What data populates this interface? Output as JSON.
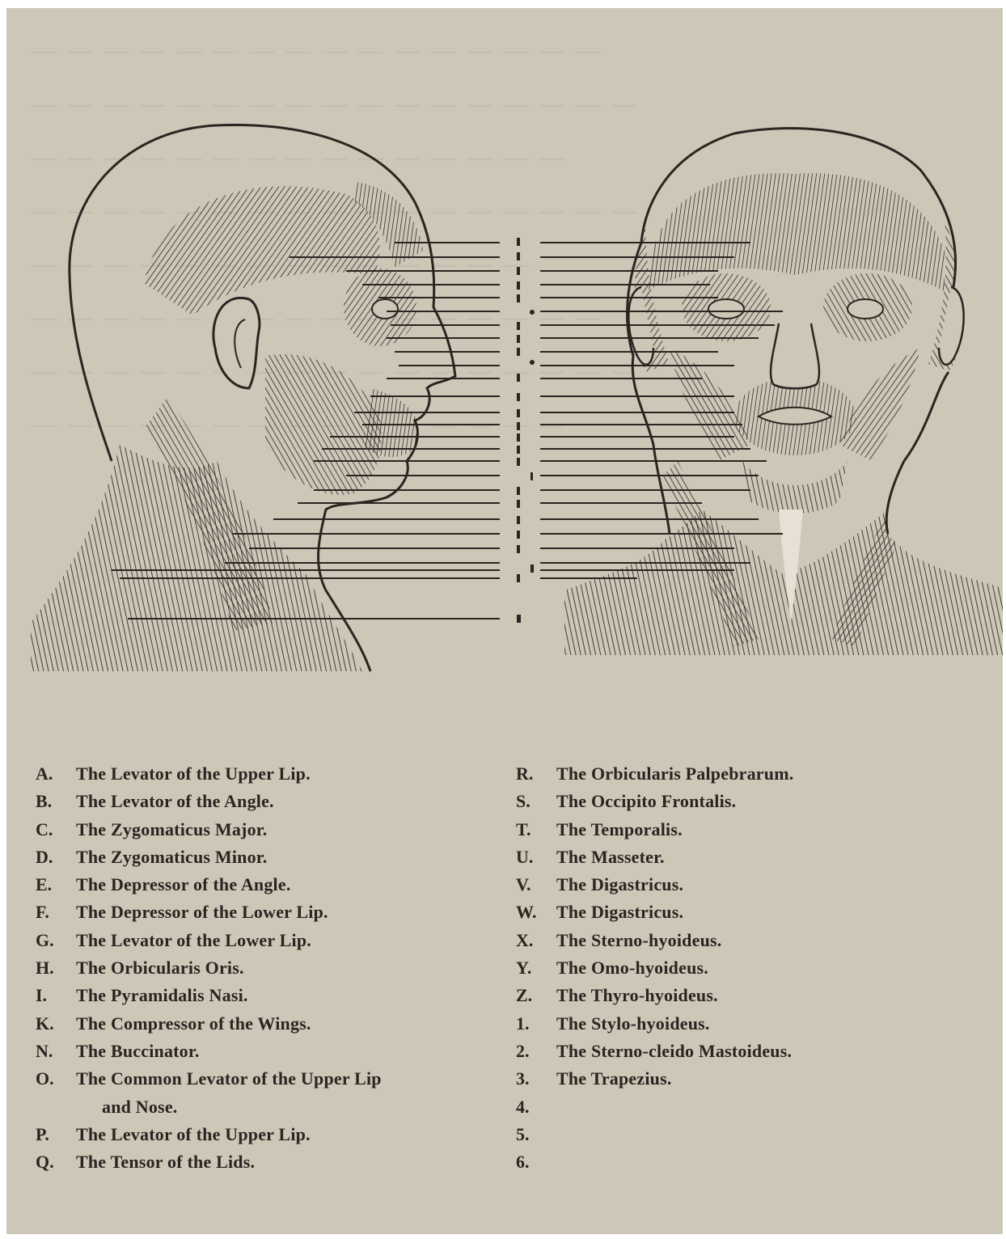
{
  "illustration": {
    "left_figure": "head-profile-muscles",
    "right_figure": "head-front-muscles"
  },
  "legend": {
    "left": [
      {
        "letter": "A.",
        "name": "The Levator of the Upper Lip."
      },
      {
        "letter": "B.",
        "name": "The Levator of the Angle."
      },
      {
        "letter": "C.",
        "name": "The Zygomaticus Major."
      },
      {
        "letter": "D.",
        "name": "The Zygomaticus Minor."
      },
      {
        "letter": "E.",
        "name": "The Depressor of the Angle."
      },
      {
        "letter": "F.",
        "name": "The Depressor of the Lower Lip."
      },
      {
        "letter": "G.",
        "name": "The Levator of the Lower Lip."
      },
      {
        "letter": "H.",
        "name": "The Orbicularis Oris."
      },
      {
        "letter": "I.",
        "name": "The Pyramidalis Nasi."
      },
      {
        "letter": "K.",
        "name": "The Compressor of the Wings."
      },
      {
        "letter": "N.",
        "name": "The Buccinator."
      },
      {
        "letter": "O.",
        "name": "The Common Levator of the Upper Lip"
      },
      {
        "letter": "",
        "name": "and Nose."
      },
      {
        "letter": "P.",
        "name": "The Levator of the Upper Lip."
      },
      {
        "letter": "Q.",
        "name": "The Tensor of the Lids."
      }
    ],
    "right": [
      {
        "letter": "R.",
        "name": "The Orbicularis Palpebrarum."
      },
      {
        "letter": "S.",
        "name": "The Occipito Frontalis."
      },
      {
        "letter": "T.",
        "name": "The Temporalis."
      },
      {
        "letter": "U.",
        "name": "The Masseter."
      },
      {
        "letter": "V.",
        "name": "The Digastricus."
      },
      {
        "letter": "W.",
        "name": "The Digastricus."
      },
      {
        "letter": "X.",
        "name": "The Sterno-hyoideus."
      },
      {
        "letter": "Y.",
        "name": "The Omo-hyoideus."
      },
      {
        "letter": "Z.",
        "name": "The Thyro-hyoideus."
      },
      {
        "letter": "1.",
        "name": "The Stylo-hyoideus."
      },
      {
        "letter": "2.",
        "name": "The Sterno-cleido Mastoideus."
      },
      {
        "letter": "3.",
        "name": "The Trapezius."
      },
      {
        "letter": "4.",
        "name": ""
      },
      {
        "letter": "5.",
        "name": ""
      },
      {
        "letter": "6.",
        "name": ""
      }
    ]
  },
  "colors": {
    "paper": "#cdc7b8",
    "ink": "#2a2520"
  }
}
